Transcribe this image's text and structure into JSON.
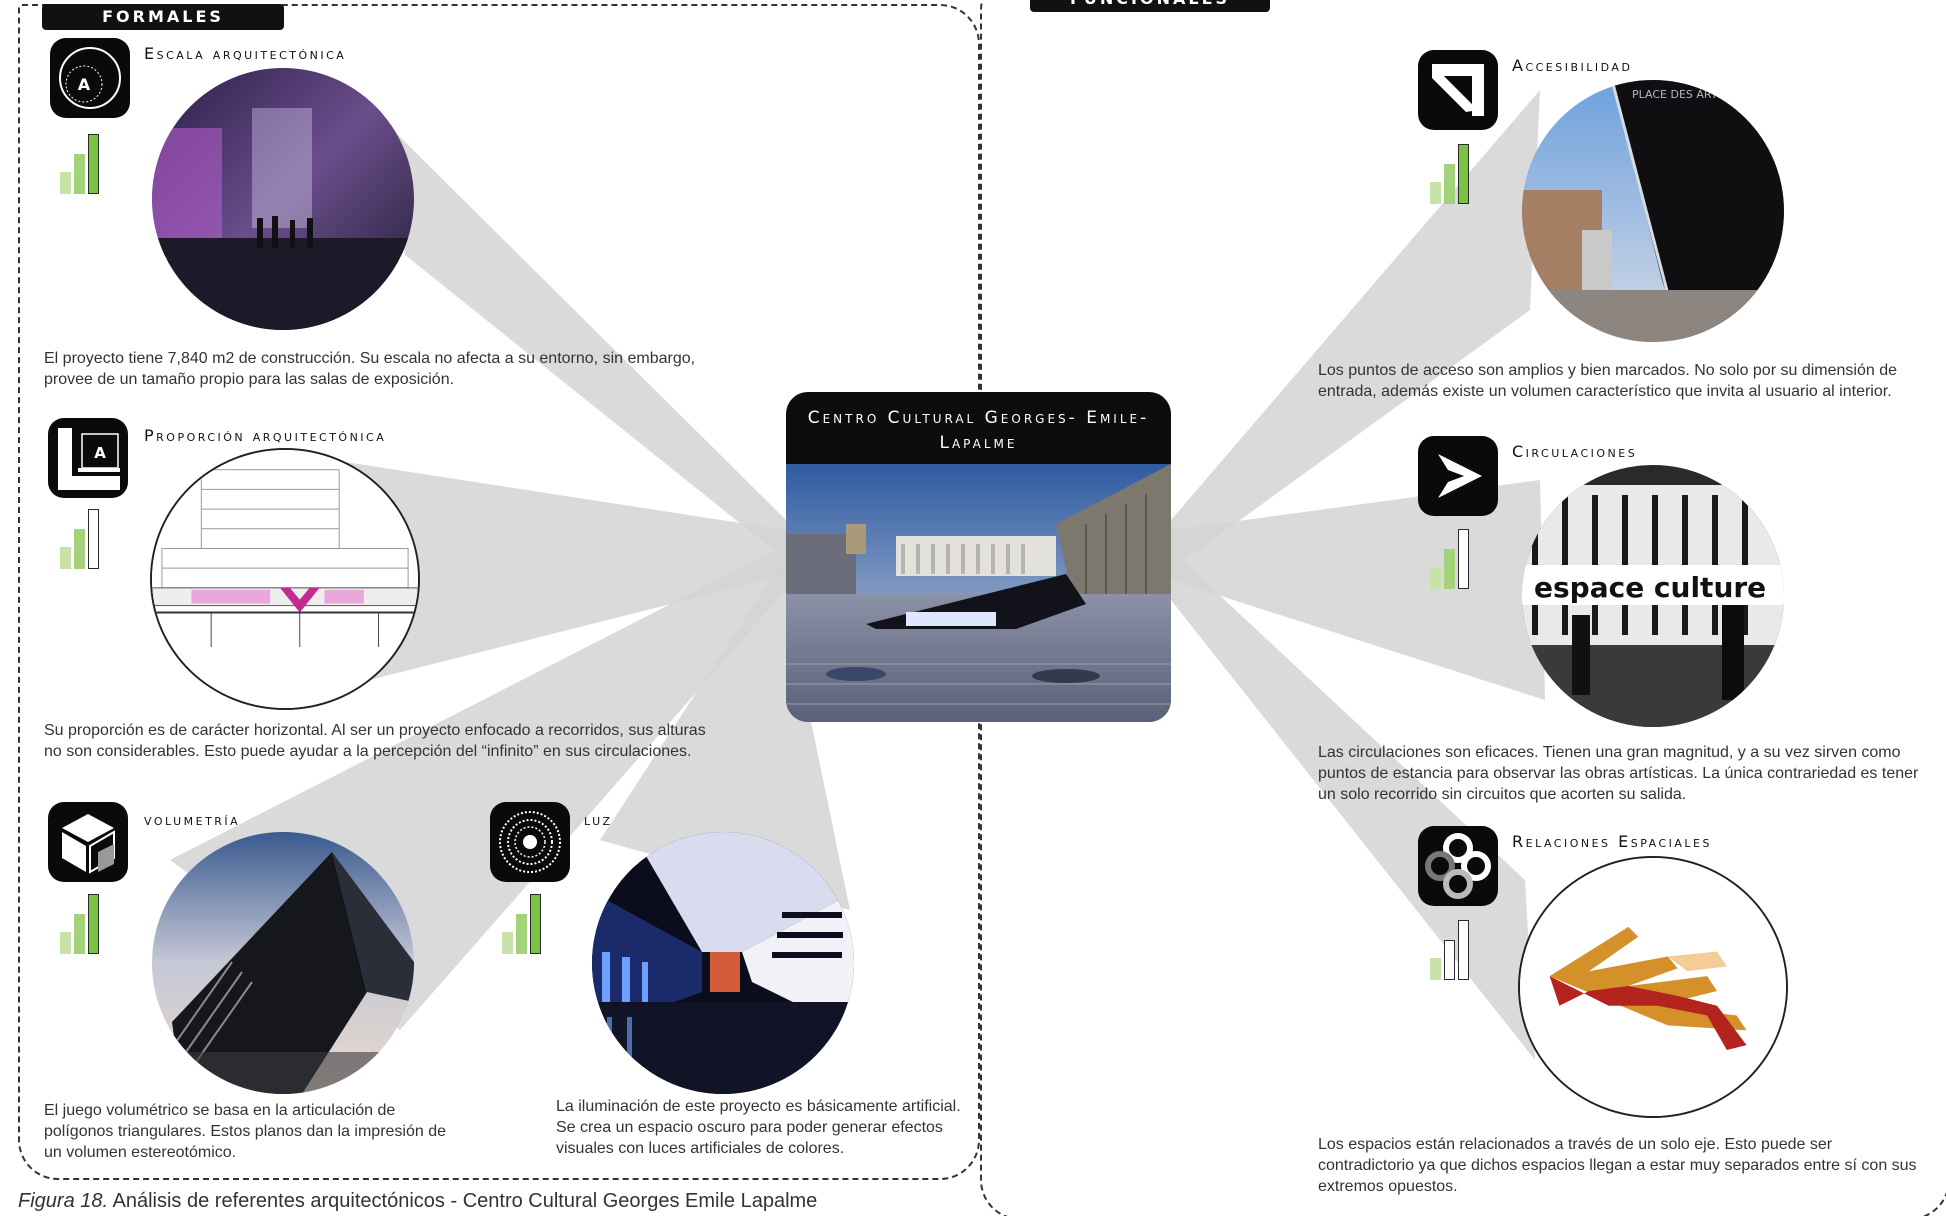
{
  "panels": {
    "formales_label": "FORMALES",
    "funcionales_label": "FUNCIONALES"
  },
  "center": {
    "title": "Centro Cultural Georges- Emile- Lapalme"
  },
  "formales": [
    {
      "title": "Escala arquitectónica",
      "icon": "scale-circle-icon",
      "rating": 3,
      "description": "El proyecto tiene 7,840 m2 de construcción. Su escala no afecta a su entorno, sin embargo, provee de un tamaño propio para las salas de exposición."
    },
    {
      "title": "Proporción arquitectónica",
      "icon": "proportion-icon",
      "rating": 2,
      "description": "Su proporción es de carácter horizontal. Al ser un proyecto enfocado a recorridos, sus alturas no son considerables. Esto puede ayudar a la percepción del “infinito” en sus circulaciones."
    },
    {
      "title": "volumetría",
      "icon": "cube-icon",
      "rating": 3,
      "description": "El juego volumétrico se basa en la articulación de polígonos triangulares. Estos planos dan la impresión de un volumen estereotómico."
    },
    {
      "title": "luz",
      "icon": "light-rings-icon",
      "rating": 3,
      "description": "La iluminación de este proyecto es básicamente artificial. Se crea un espacio oscuro para poder generar efectos visuales con luces artificiales de colores."
    }
  ],
  "funcionales": [
    {
      "title": "Accesibilidad",
      "icon": "access-arrow-icon",
      "rating": 3,
      "photo_text": "PLACE DES ARTS",
      "description": "Los puntos de acceso son amplios y bien marcados. No solo por su dimensión de entrada, además existe un volumen característico que invita al usuario al interior."
    },
    {
      "title": "Circulaciones",
      "icon": "circulation-arrow-icon",
      "rating": 2,
      "photo_text": "espace culture",
      "description": "Las circulaciones son eficaces. Tienen una gran magnitud, y a su vez sirven como puntos de estancia para observar las obras artísticas. La única contrariedad es tener un solo recorrido  sin circuitos que acorten su salida."
    },
    {
      "title": "Relaciones Espaciales",
      "icon": "spatial-rings-icon",
      "rating": 1,
      "description": "Los espacios están relacionados a través de un solo eje. Esto puede ser contradictorio ya que dichos espacios llegan a estar muy separados entre sí con sus extremos opuestos."
    }
  ],
  "caption": {
    "label": "Figura 18.",
    "text": " Análisis de referentes arquitectónicos - Centro Cultural Georges Emile Lapalme"
  },
  "colors": {
    "bar_active": "#7cc242",
    "bar_inactive": "#ffffff",
    "ray": "#d9d9d9"
  }
}
